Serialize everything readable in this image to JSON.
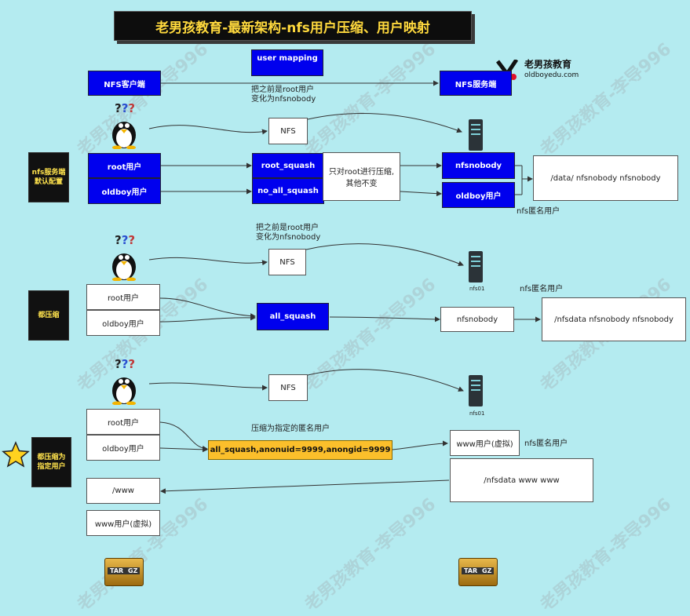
{
  "title": "老男孩教育-最新架构-nfs用户压缩、用户映射",
  "watermark": "老男孩教育-李导996",
  "logo": {
    "name": "老男孩教育",
    "url": "oldboyedu.com"
  },
  "header": {
    "user_mapping": "user mapping",
    "nfs_client": "NFS客户端",
    "nfs_server": "NFS服务端",
    "note": "把之前是root用户\n变化为nfsnobody"
  },
  "section1": {
    "label": "nfs服务端\n默认配置",
    "nfs": "NFS",
    "root_user": "root用户",
    "oldboy_user": "oldboy用户",
    "root_squash": "root_squash",
    "no_all_squash": "no_all_squash",
    "note": "只对root进行压缩,\n其他不变",
    "nfsnobody": "nfsnobody",
    "oldboy_user_right": "oldboy用户",
    "data": "/data/  nfsnobody nfsnobody",
    "anon": "nfs匿名用户"
  },
  "section2": {
    "label": "都压缩",
    "note": "把之前是root用户\n变化为nfsnobody",
    "nfs": "NFS",
    "server_name": "nfs01",
    "root_user": "root用户",
    "oldboy_user": "oldboy用户",
    "all_squash": "all_squash",
    "nfsnobody": "nfsnobody",
    "anon": "nfs匿名用户",
    "data": "/nfsdata  nfsnobody nfsnobody"
  },
  "section3": {
    "label": "都压缩为\n指定用户",
    "nfs": "NFS",
    "server_name": "nfs01",
    "root_user": "root用户",
    "oldboy_user": "oldboy用户",
    "note": "压缩为指定的匿名用户",
    "option": "all_squash,anonuid=9999,anongid=9999",
    "www_user": "www用户(虚拟)",
    "anon": "nfs匿名用户",
    "data": "/nfsdata  www www",
    "www_dir": "/www",
    "www_user_left": "www用户(虚拟)"
  },
  "archive": {
    "tar": "TAR",
    "gz": "GZ"
  },
  "colors": {
    "background": "#b4ebf0",
    "blue": "#0000ee",
    "yellow": "#fbbf2b",
    "title_text": "#ffd93d"
  }
}
